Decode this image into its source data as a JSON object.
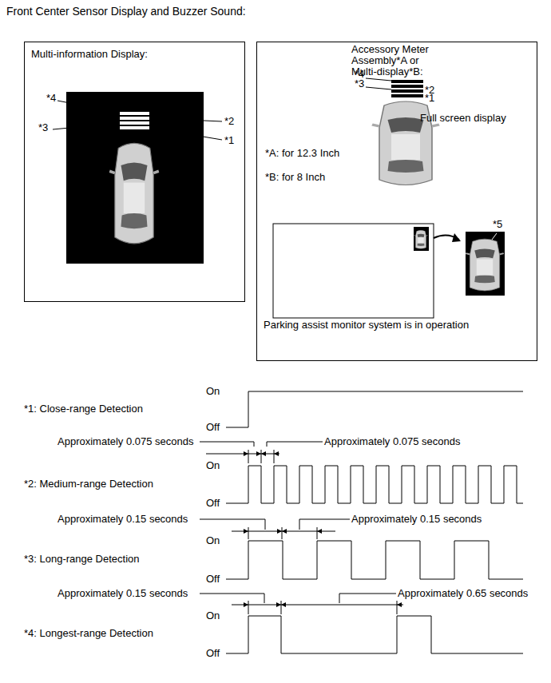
{
  "diagram": {
    "title": "Front Center Sensor Display and Buzzer Sound:",
    "nodes": [
      {
        "text": [
          "Multi-information Display:"
        ]
      },
      {
        "text": [
          "Accessory Meter Assembly*A or Multi-display*B:",
          "Full screen display",
          "*A: for 12.3 Inch",
          "*B: for 8 Inch",
          "Parking assist monitor system is in operation"
        ]
      }
    ],
    "labels": [
      "*4",
      "*3",
      "*2",
      "*1",
      "*4",
      "*3",
      "*2",
      "*1",
      "*5",
      "*1: Close-range Detection",
      "On",
      "Off",
      "Approximately 0.075 seconds",
      "Approximately 0.075 seconds",
      "*2: Medium-range Detection",
      "On",
      "Off",
      "Approximately 0.15 seconds",
      "Approximately 0.15 seconds",
      "*3: Long-range Detection",
      "On",
      "Off",
      "Approximately 0.15 seconds",
      "Approximately 0.65 seconds",
      "*4: Longest-range Detection",
      "On",
      "Off"
    ]
  }
}
